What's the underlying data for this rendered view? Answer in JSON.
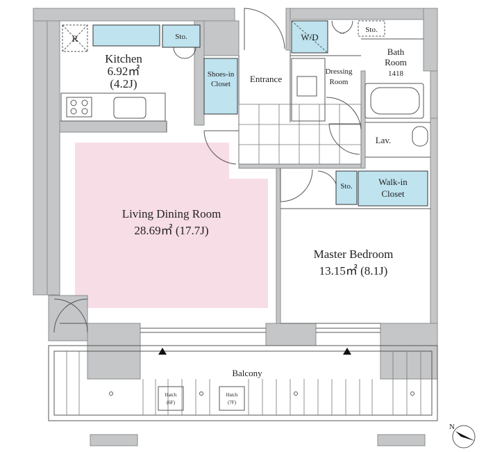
{
  "rooms": {
    "kitchen": {
      "name": "Kitchen",
      "area": "6.92㎡",
      "jo": "(4.2J)"
    },
    "living": {
      "name": "Living Dining Room",
      "area": "28.69㎡ (17.7J)"
    },
    "master": {
      "name": "Master Bedroom",
      "area": "13.15㎡ (8.1J)"
    },
    "entrance": "Entrance",
    "shoes_1": "Shoes-in",
    "shoes_2": "Closet",
    "dressing_1": "Dressing",
    "dressing_2": "Room",
    "bath_1": "Bath",
    "bath_2": "Room",
    "bath_3": "1418",
    "lav": "Lav.",
    "walkin_1": "Walk-in",
    "walkin_2": "Closet",
    "balcony": "Balcony"
  },
  "fixtures": {
    "refrigerator": "R",
    "storage_kitchen": "Sto.",
    "storage_wd": "Sto.",
    "storage_bed": "Sto.",
    "washer": "W/D"
  },
  "hatches": [
    {
      "label": "Hatch",
      "floor": "(6F)"
    },
    {
      "label": "Hatch",
      "floor": "(7F)"
    }
  ],
  "compass": {
    "label": "N"
  },
  "colors": {
    "wall": "#c4c6c8",
    "living_floor": "#f7dde6",
    "storage": "#bfe3ef"
  }
}
